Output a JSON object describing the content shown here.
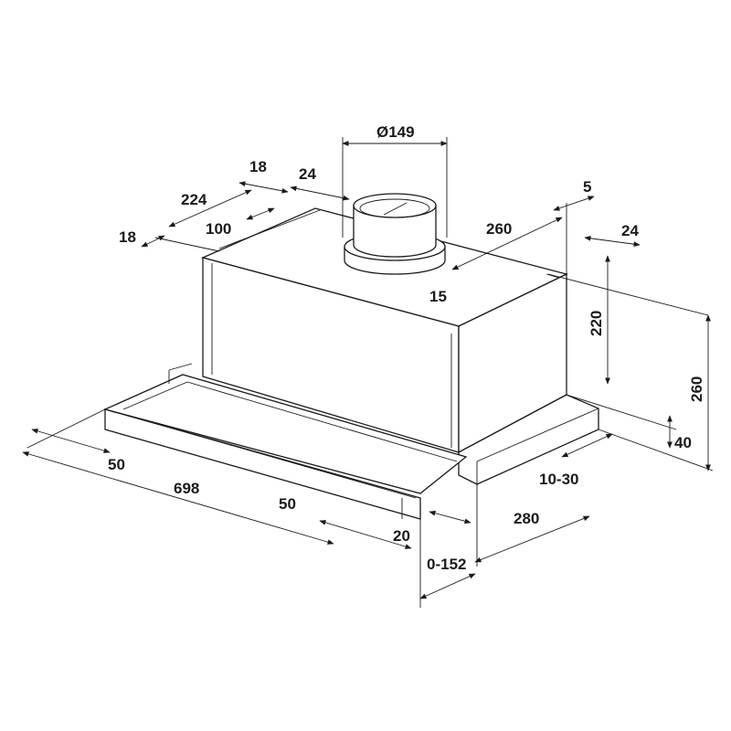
{
  "dimensions": {
    "duct_diameter": "Ø149",
    "top_18": "18",
    "top_24": "24",
    "depth_224": "224",
    "left_18": "18",
    "offset_100": "100",
    "offset_260": "260",
    "right_5": "5",
    "right_24": "24",
    "duct_15": "15",
    "height_220": "220",
    "height_260": "260",
    "height_40": "40",
    "gap_10_30": "10-30",
    "left_50": "50",
    "width_698": "698",
    "front_50": "50",
    "front_20": "20",
    "depth_280": "280",
    "extension_0_152": "0-152"
  }
}
